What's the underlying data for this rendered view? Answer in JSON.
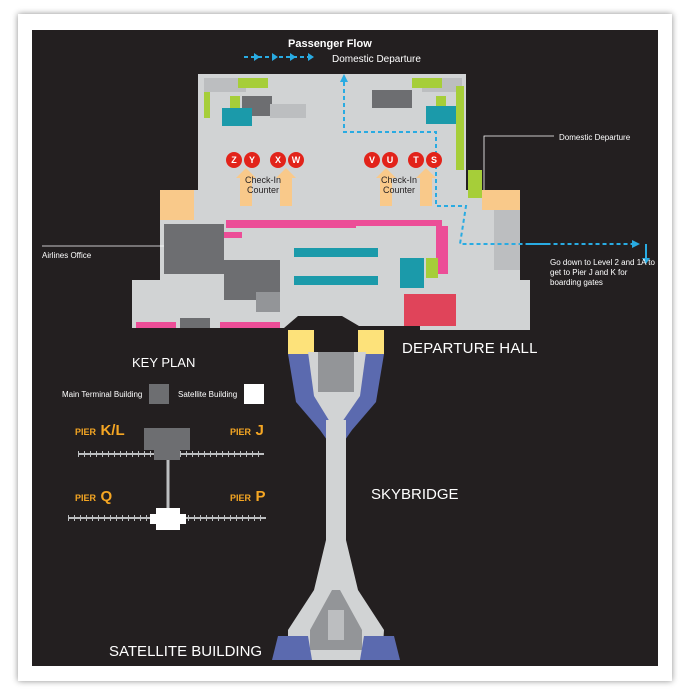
{
  "header": {
    "title": "Passenger Flow",
    "legend_label": "Domestic Departure"
  },
  "labels": {
    "domestic_departure": "Domestic Departure",
    "airlines_office": "Airlines Office",
    "go_down_note": "Go down to Level 2 and 1A to get to Pier J and K for boarding gates",
    "departure_hall": "DEPARTURE HALL",
    "skybridge": "SKYBRIDGE",
    "satellite_building": "SATELLITE BUILDING",
    "check_in_left": "Check-In Counter",
    "check_in_right": "Check-In Counter"
  },
  "check_in_zones": {
    "left": [
      "Z",
      "Y",
      "X",
      "W"
    ],
    "right": [
      "V",
      "U",
      "T",
      "S"
    ]
  },
  "key_plan": {
    "title": "KEY PLAN",
    "main_terminal_label": "Main Terminal Building",
    "satellite_label": "Satellite Building",
    "piers": [
      {
        "word": "PIER",
        "letter": "K/L"
      },
      {
        "word": "PIER",
        "letter": "J"
      },
      {
        "word": "PIER",
        "letter": "Q"
      },
      {
        "word": "PIER",
        "letter": "P"
      }
    ]
  },
  "colors": {
    "background": "#231f20",
    "floor": "#d1d3d4",
    "dark_block": "#6d6e71",
    "pink": "#ec4d97",
    "green": "#a6ce39",
    "teal": "#1b9aaa",
    "blue_flow": "#29abe2",
    "orange_arrow": "#f9c98a",
    "yellow": "#fde27a",
    "skybridge_blue": "#5b6aaf",
    "pier_orange": "#f5a623",
    "zone_red": "#e2231a"
  }
}
